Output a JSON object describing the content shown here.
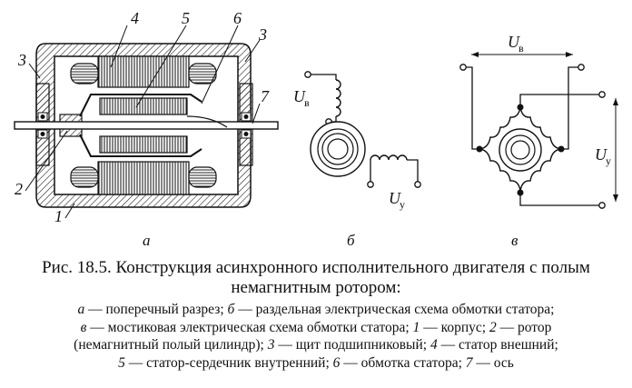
{
  "figure": {
    "part_letters": {
      "a": "а",
      "b": "б",
      "v": "в"
    },
    "callouts": {
      "n1": "1",
      "n2": "2",
      "n3": "3",
      "n4": "4",
      "n5": "5",
      "n6": "6",
      "n7": "7"
    },
    "voltages": {
      "U": "U",
      "sub_v": "в",
      "sub_y": "у"
    }
  },
  "caption": {
    "title": "Рис. 18.5. Конструкция асинхронного исполнительного двигателя с полым немагнитным ротором:",
    "l1_a": "а",
    "l1_a_text": " — поперечный разрез; ",
    "l1_b": "б",
    "l1_b_text": " — раздельная электрическая схема обмотки статора;",
    "l2_v": "в",
    "l2_v_text": " — мостиковая электрическая схема обмотки статора; ",
    "l2_1": "1",
    "l2_1_text": " — корпус; ",
    "l2_2": "2",
    "l2_2_text": " — ротор",
    "l3_text": "(немагнитный полый цилиндр); ",
    "l3_3": "3",
    "l3_3_text": " — щит подшипниковый; ",
    "l3_4": "4",
    "l3_4_text": " — статор внешний;",
    "l4_5": "5",
    "l4_5_text": " — статор-сердечник внутренний; ",
    "l4_6": "6",
    "l4_6_text": " — обмотка статора; ",
    "l4_7": "7",
    "l4_7_text": " — ось"
  }
}
